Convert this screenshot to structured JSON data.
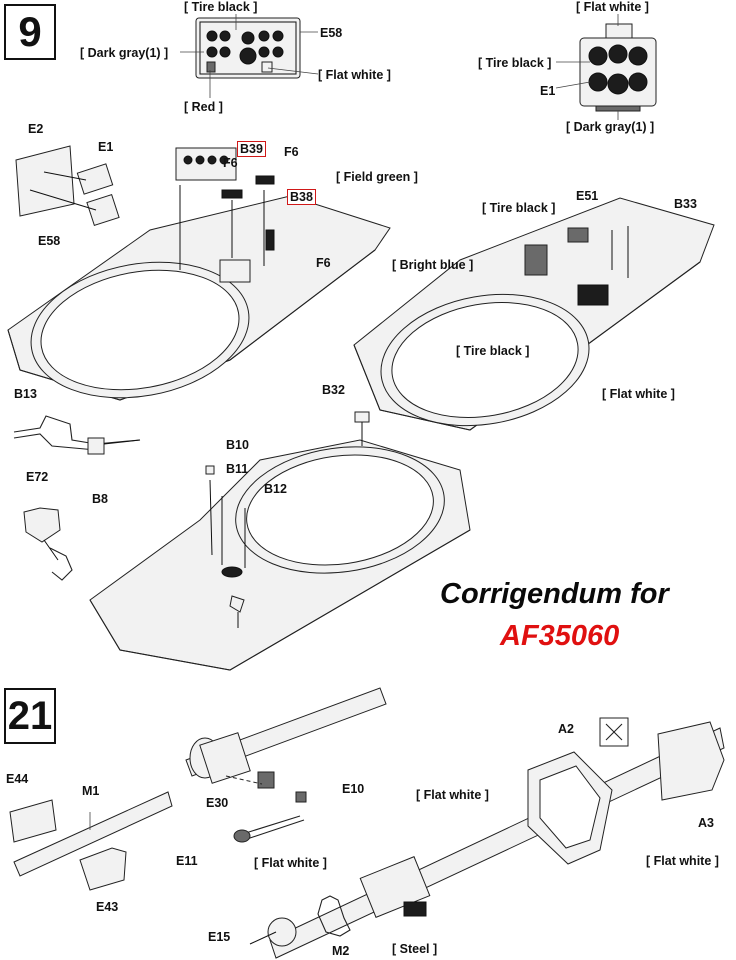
{
  "steps": {
    "step9": "9",
    "step21": "21"
  },
  "banner": {
    "line1": "Corrigendum for",
    "line2": "AF35060"
  },
  "labels": {
    "tire_black_top": "[ Tire black ]",
    "e58_top": "E58",
    "dark_gray_top": "[ Dark gray(1) ]",
    "flat_white_top_mid": "[ Flat white ]",
    "red_top": "[ Red ]",
    "flat_white_top_right": "[ Flat white ]",
    "tire_black_top_right": "[ Tire black ]",
    "e1_top_right": "E1",
    "dark_gray_top_right": "[ Dark gray(1) ]",
    "e2": "E2",
    "e1_left": "E1",
    "e58_left": "E58",
    "b39": "B39",
    "f6_a": "F6",
    "f6_b": "F6",
    "field_green": "[ Field green ]",
    "b38": "B38",
    "f6_c": "F6",
    "tire_black_mid": "[ Tire black ]",
    "e51": "E51",
    "b33": "B33",
    "bright_blue": "[ Bright blue ]",
    "tire_black_mid2": "[ Tire black ]",
    "flat_white_mid": "[ Flat white ]",
    "b13": "B13",
    "b8": "B8",
    "e72": "E72",
    "b32": "B32",
    "b10": "B10",
    "b11": "B11",
    "b12": "B12",
    "a2": "A2",
    "e44": "E44",
    "m1": "M1",
    "e30": "E30",
    "e10": "E10",
    "flat_white_21a": "[ Flat white ]",
    "e11": "E11",
    "a3": "A3",
    "flat_white_21b": "[ Flat white ]",
    "flat_white_21c": "[ Flat white ]",
    "e43": "E43",
    "e15": "E15",
    "m2": "M2",
    "steel": "[ Steel ]"
  },
  "icons": {
    "step21_symbol": "cement-not-icon"
  }
}
